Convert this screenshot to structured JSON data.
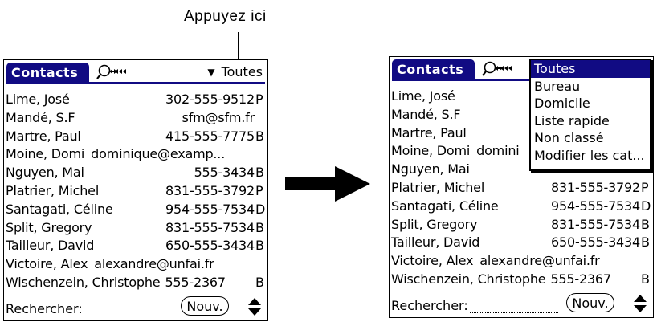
{
  "callout": "Appuyez ici",
  "app": {
    "title": "Contacts",
    "category": "Toutes",
    "lookup_icon": "lookup-icon",
    "search_label": "Rechercher:",
    "new_button": "Nouv."
  },
  "contacts_left": [
    {
      "name": "Lime, José",
      "value": "302-555-9512",
      "kind": "P"
    },
    {
      "name": "Mandé, S.F",
      "value": "sfm@sfm.fr",
      "kind": ""
    },
    {
      "name": "Martre, Paul",
      "value": "415-555-7775",
      "kind": "B"
    },
    {
      "name": "Moine, Domi",
      "value": "dominique@examp...",
      "kind": ""
    },
    {
      "name": "Nguyen, Mai",
      "value": "555-3434",
      "kind": "B"
    },
    {
      "name": "Platrier, Michel",
      "value": "831-555-3792",
      "kind": "P"
    },
    {
      "name": "Santagati, Céline",
      "value": "954-555-7534",
      "kind": "D"
    },
    {
      "name": "Split, Gregory",
      "value": "831-555-7534",
      "kind": "B"
    },
    {
      "name": "Tailleur, David",
      "value": "650-555-3434",
      "kind": "B"
    },
    {
      "name": "Victoire, Alex",
      "value": "alexandre@unfai.fr",
      "kind": ""
    },
    {
      "name": "Wischenzein, Christophe",
      "value": "555-2367",
      "kind": "B"
    }
  ],
  "contacts_right": [
    {
      "name": "Lime, José",
      "value": "",
      "kind": ""
    },
    {
      "name": "Mandé, S.F",
      "value": "",
      "kind": ""
    },
    {
      "name": "Martre, Paul",
      "value": "",
      "kind": ""
    },
    {
      "name": "Moine, Domi",
      "value": "domini",
      "kind": ""
    },
    {
      "name": "Nguyen, Mai",
      "value": "",
      "kind": ""
    },
    {
      "name": "Platrier, Michel",
      "value": "831-555-3792",
      "kind": "P"
    },
    {
      "name": "Santagati, Céline",
      "value": "954-555-7534",
      "kind": "D"
    },
    {
      "name": "Split, Gregory",
      "value": "831-555-7534",
      "kind": "B"
    },
    {
      "name": "Tailleur, David",
      "value": "650-555-3434",
      "kind": "B"
    },
    {
      "name": "Victoire, Alex",
      "value": "alexandre@unfai.fr",
      "kind": ""
    },
    {
      "name": "Wischenzein, Christophe",
      "value": "555-2367",
      "kind": "B"
    }
  ],
  "category_menu": [
    "Toutes",
    "Bureau",
    "Domicile",
    "Liste rapide",
    "Non classé",
    "Modifier les cat..."
  ],
  "colors": {
    "accent": "#110b83"
  }
}
